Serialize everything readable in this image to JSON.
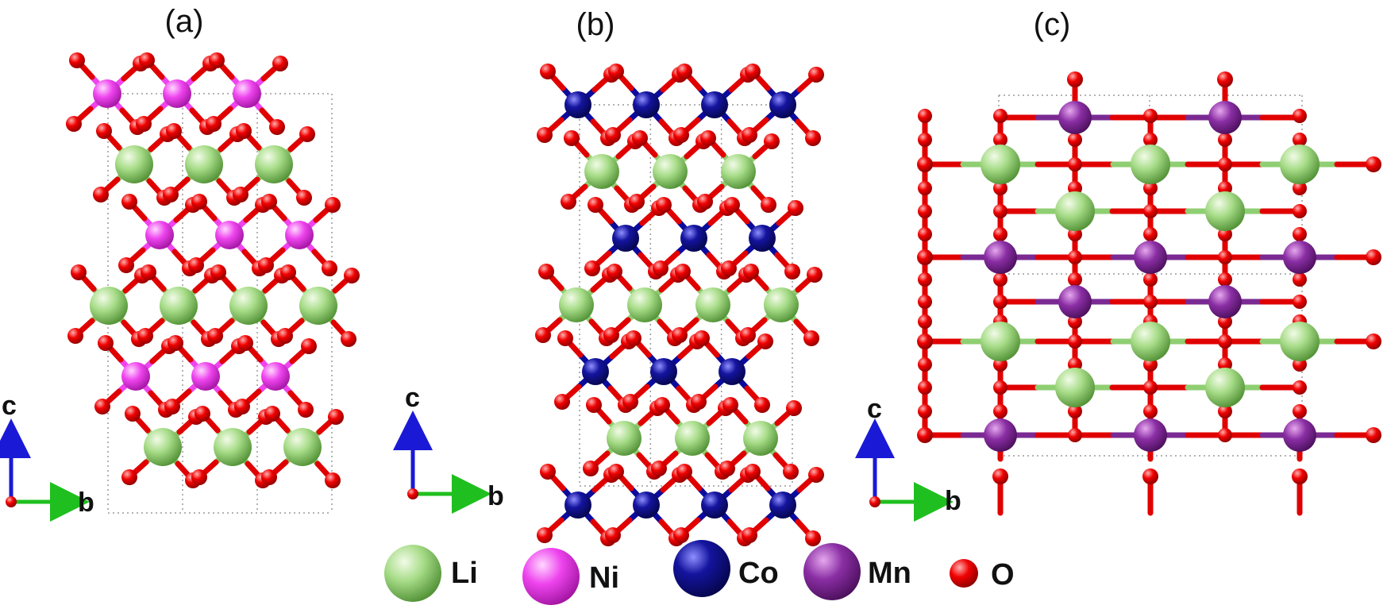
{
  "panels": [
    {
      "label": "(a)",
      "metal_element": "Ni"
    },
    {
      "label": "(b)",
      "metal_element": "Co"
    },
    {
      "label": "(c)",
      "metal_element": "Mn"
    }
  ],
  "axes": {
    "vertical": "c",
    "horizontal": "b"
  },
  "legend": [
    {
      "symbol": "Li",
      "color": "#8fce72"
    },
    {
      "symbol": "Ni",
      "color": "#ee44ee"
    },
    {
      "symbol": "Co",
      "color": "#0b0b9c"
    },
    {
      "symbol": "Mn",
      "color": "#7a2a92"
    },
    {
      "symbol": "O",
      "color": "#e00000"
    }
  ],
  "colors": {
    "Li": "#8fce72",
    "Ni": "#ee44ee",
    "Co": "#0b0b9c",
    "Mn": "#7a2a92",
    "O": "#e00000",
    "axis_c": "#1a1ad6",
    "axis_b": "#1fbf1f",
    "cell_edge": "#9a9a9a"
  }
}
